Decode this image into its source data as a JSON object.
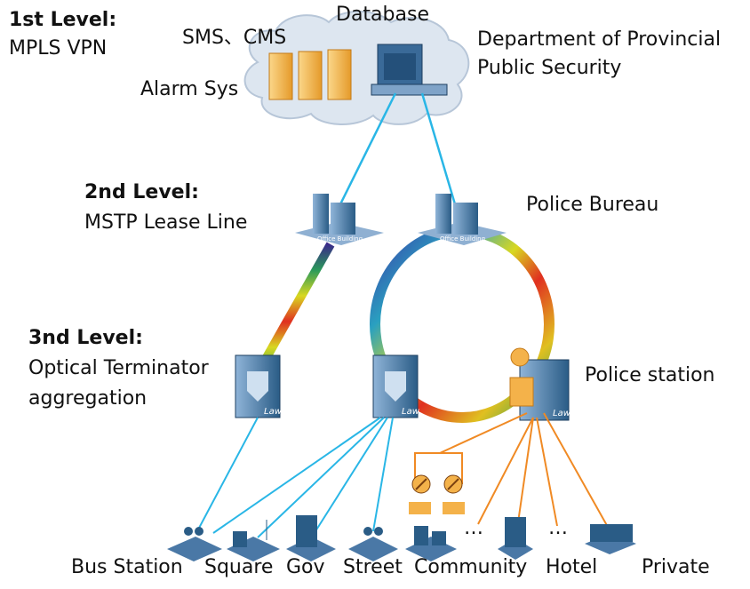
{
  "levels": {
    "l1": {
      "title": "1st Level:",
      "desc": "MPLS VPN"
    },
    "l2": {
      "title": "2nd  Level:",
      "desc": "MSTP Lease Line"
    },
    "l3": {
      "title": "3nd  Level:",
      "desc1": "Optical Terminator",
      "desc2": "aggregation"
    }
  },
  "cloud": {
    "database": "Database",
    "sms_cms": "SMS、CMS",
    "alarm": "Alarm Sys",
    "department": "Department of Provincial",
    "department2": "Public Security"
  },
  "nodes": {
    "police_bureau": "Police Bureau",
    "police_station": "Police station",
    "office_building": "Office Building",
    "law": "Law"
  },
  "endpoints": [
    {
      "label": "Bus Station"
    },
    {
      "label": "Square"
    },
    {
      "label": "Gov"
    },
    {
      "label": "Street"
    },
    {
      "label": "Community"
    },
    {
      "label": "Hotel"
    },
    {
      "label": "Private"
    }
  ],
  "ellipsis": "…",
  "colors": {
    "blue_link": "#29b6e6",
    "orange_link": "#f08a24",
    "cloud_fill": "#dfe7f1",
    "server": "#f4b24a",
    "building": "#2a5c86"
  }
}
